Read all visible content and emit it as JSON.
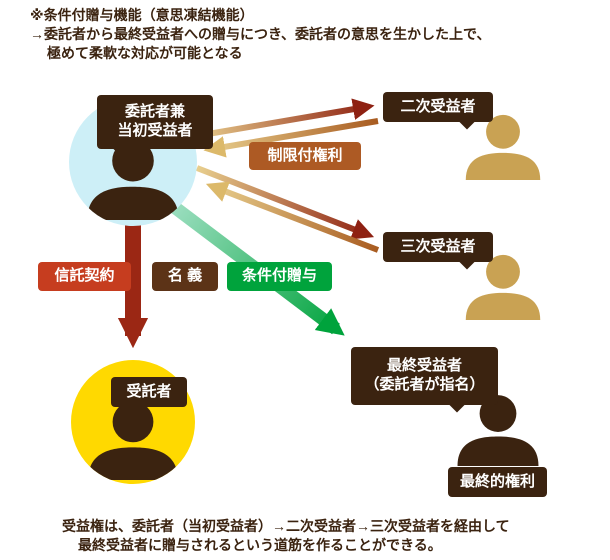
{
  "header": {
    "line1": "※条件付贈与機能（意思凍結機能）",
    "line2": "→委託者から最終受益者への贈与につき、委託者の意思を生かした上で、",
    "line3": "極めて柔軟な対応が可能となる"
  },
  "diagram": {
    "settlor": {
      "line1": "委託者兼",
      "line2": "当初受益者"
    },
    "secondary_label": "二次受益者",
    "tertiary_label": "三次受益者",
    "restricted_right_label": "制限付権利",
    "trust_contract_label": "信託契約",
    "name_title_label": "名 義",
    "conditional_gift_label": "条件付贈与",
    "trustee_label": "受託者",
    "final_beneficiary": {
      "line1": "最終受益者",
      "line2": "（委託者が指名）"
    },
    "final_right_label": "最終的権利"
  },
  "footer": {
    "line1": "受益権は、委託者（当初受益者）→二次受益者→三次受益者を経由して",
    "line2": "最終受益者に贈与されるという道筋を作ることができる。"
  },
  "colors": {
    "dark_brown": "#3b2310",
    "gold": "#c9a253",
    "light_blue": "#cdeff7",
    "yellow": "#ffd900",
    "maroon": "#9b2714",
    "tan": "#dcb96a",
    "orange_brown": "#ad5a24",
    "red": "#c63d1f",
    "brown": "#5c3317",
    "green": "#00a33c"
  }
}
